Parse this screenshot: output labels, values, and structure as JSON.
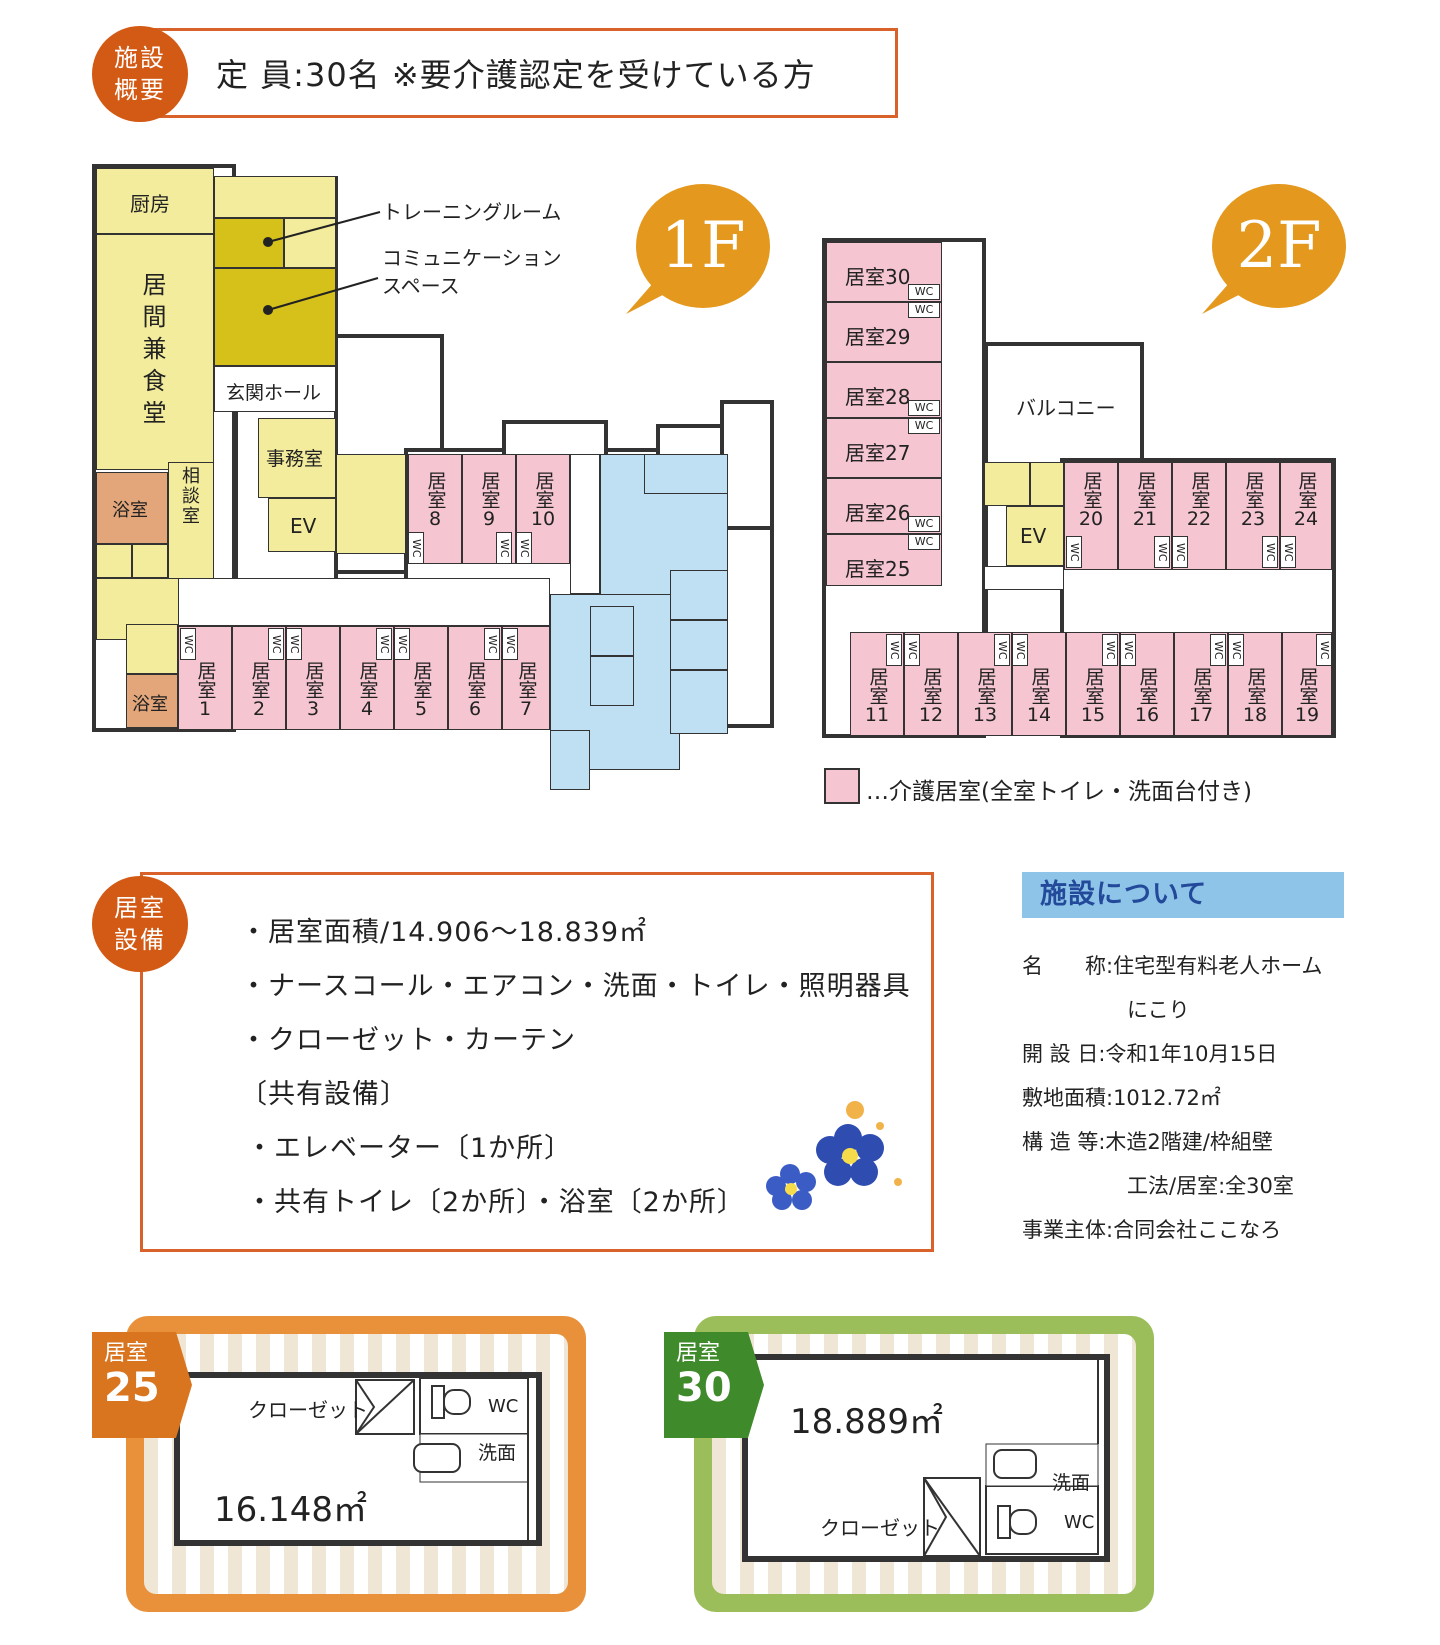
{
  "overview": {
    "badge": [
      "施設",
      "概要"
    ],
    "capacity": "定 員:30名 ※要介護認定を受けている方"
  },
  "floor1": {
    "label": "1F",
    "rooms": {
      "kitchen": "厨房",
      "living": "居間兼食堂",
      "training_callout": "トレーニングルーム",
      "community_callout_1": "コミュニケーション",
      "community_callout_2": "スペース",
      "entrance": "玄関ホール",
      "office": "事務室",
      "ev": "EV",
      "consult": "相談室",
      "bath1": "浴室",
      "bath2": "浴室"
    },
    "care_rooms": [
      "1",
      "2",
      "3",
      "4",
      "5",
      "6",
      "7",
      "8",
      "9",
      "10"
    ]
  },
  "floor2": {
    "label": "2F",
    "left_rooms": [
      "居室30",
      "居室29",
      "居室28",
      "居室27",
      "居室26",
      "居室25"
    ],
    "balcony": "バルコニー",
    "ev": "EV",
    "upper_rooms": [
      "20",
      "21",
      "22",
      "23",
      "24"
    ],
    "lower_rooms": [
      "11",
      "12",
      "13",
      "14",
      "15",
      "16",
      "17",
      "18",
      "19"
    ]
  },
  "room_word": "居室",
  "wc_label": "WC",
  "legend": "…介護居室(全室トイレ・洗面台付き)",
  "equipment": {
    "badge": [
      "居室",
      "設備"
    ],
    "lines": [
      "・居室面積/14.906〜18.839㎡",
      "・ナースコール・エアコン・洗面・トイレ・照明器具",
      "・クローゼット・カーテン",
      "〔共有設備〕",
      "・エレベーター〔1か所〕",
      "・共有トイレ〔2か所〕・浴室〔2か所〕"
    ]
  },
  "about": {
    "heading": "施設について",
    "lines": [
      "名　　称:住宅型有料老人ホーム",
      "　　　　　にこり",
      "開 設 日:令和1年10月15日",
      "敷地面積:1012.72㎡",
      "構 造 等:木造2階建/枠組壁",
      "　　　　　工法/居室:全30室",
      "事業主体:合同会社ここなろ"
    ]
  },
  "unit25": {
    "tag_word": "居室",
    "tag_num": "25",
    "area": "16.148㎡",
    "closet": "クローゼット",
    "wc": "WC",
    "sink": "洗面"
  },
  "unit30": {
    "tag_word": "居室",
    "tag_num": "30",
    "area": "18.889㎡",
    "closet": "クローゼット",
    "wc": "WC",
    "sink": "洗面"
  },
  "colors": {
    "accent_orange": "#d35a14",
    "floor_label": "#e4981d",
    "care_room_pink": "#f5c6d1",
    "common_yellow": "#f3ec9c",
    "unit25_frame": "#e8913a",
    "unit30_frame": "#9bbd5a"
  }
}
